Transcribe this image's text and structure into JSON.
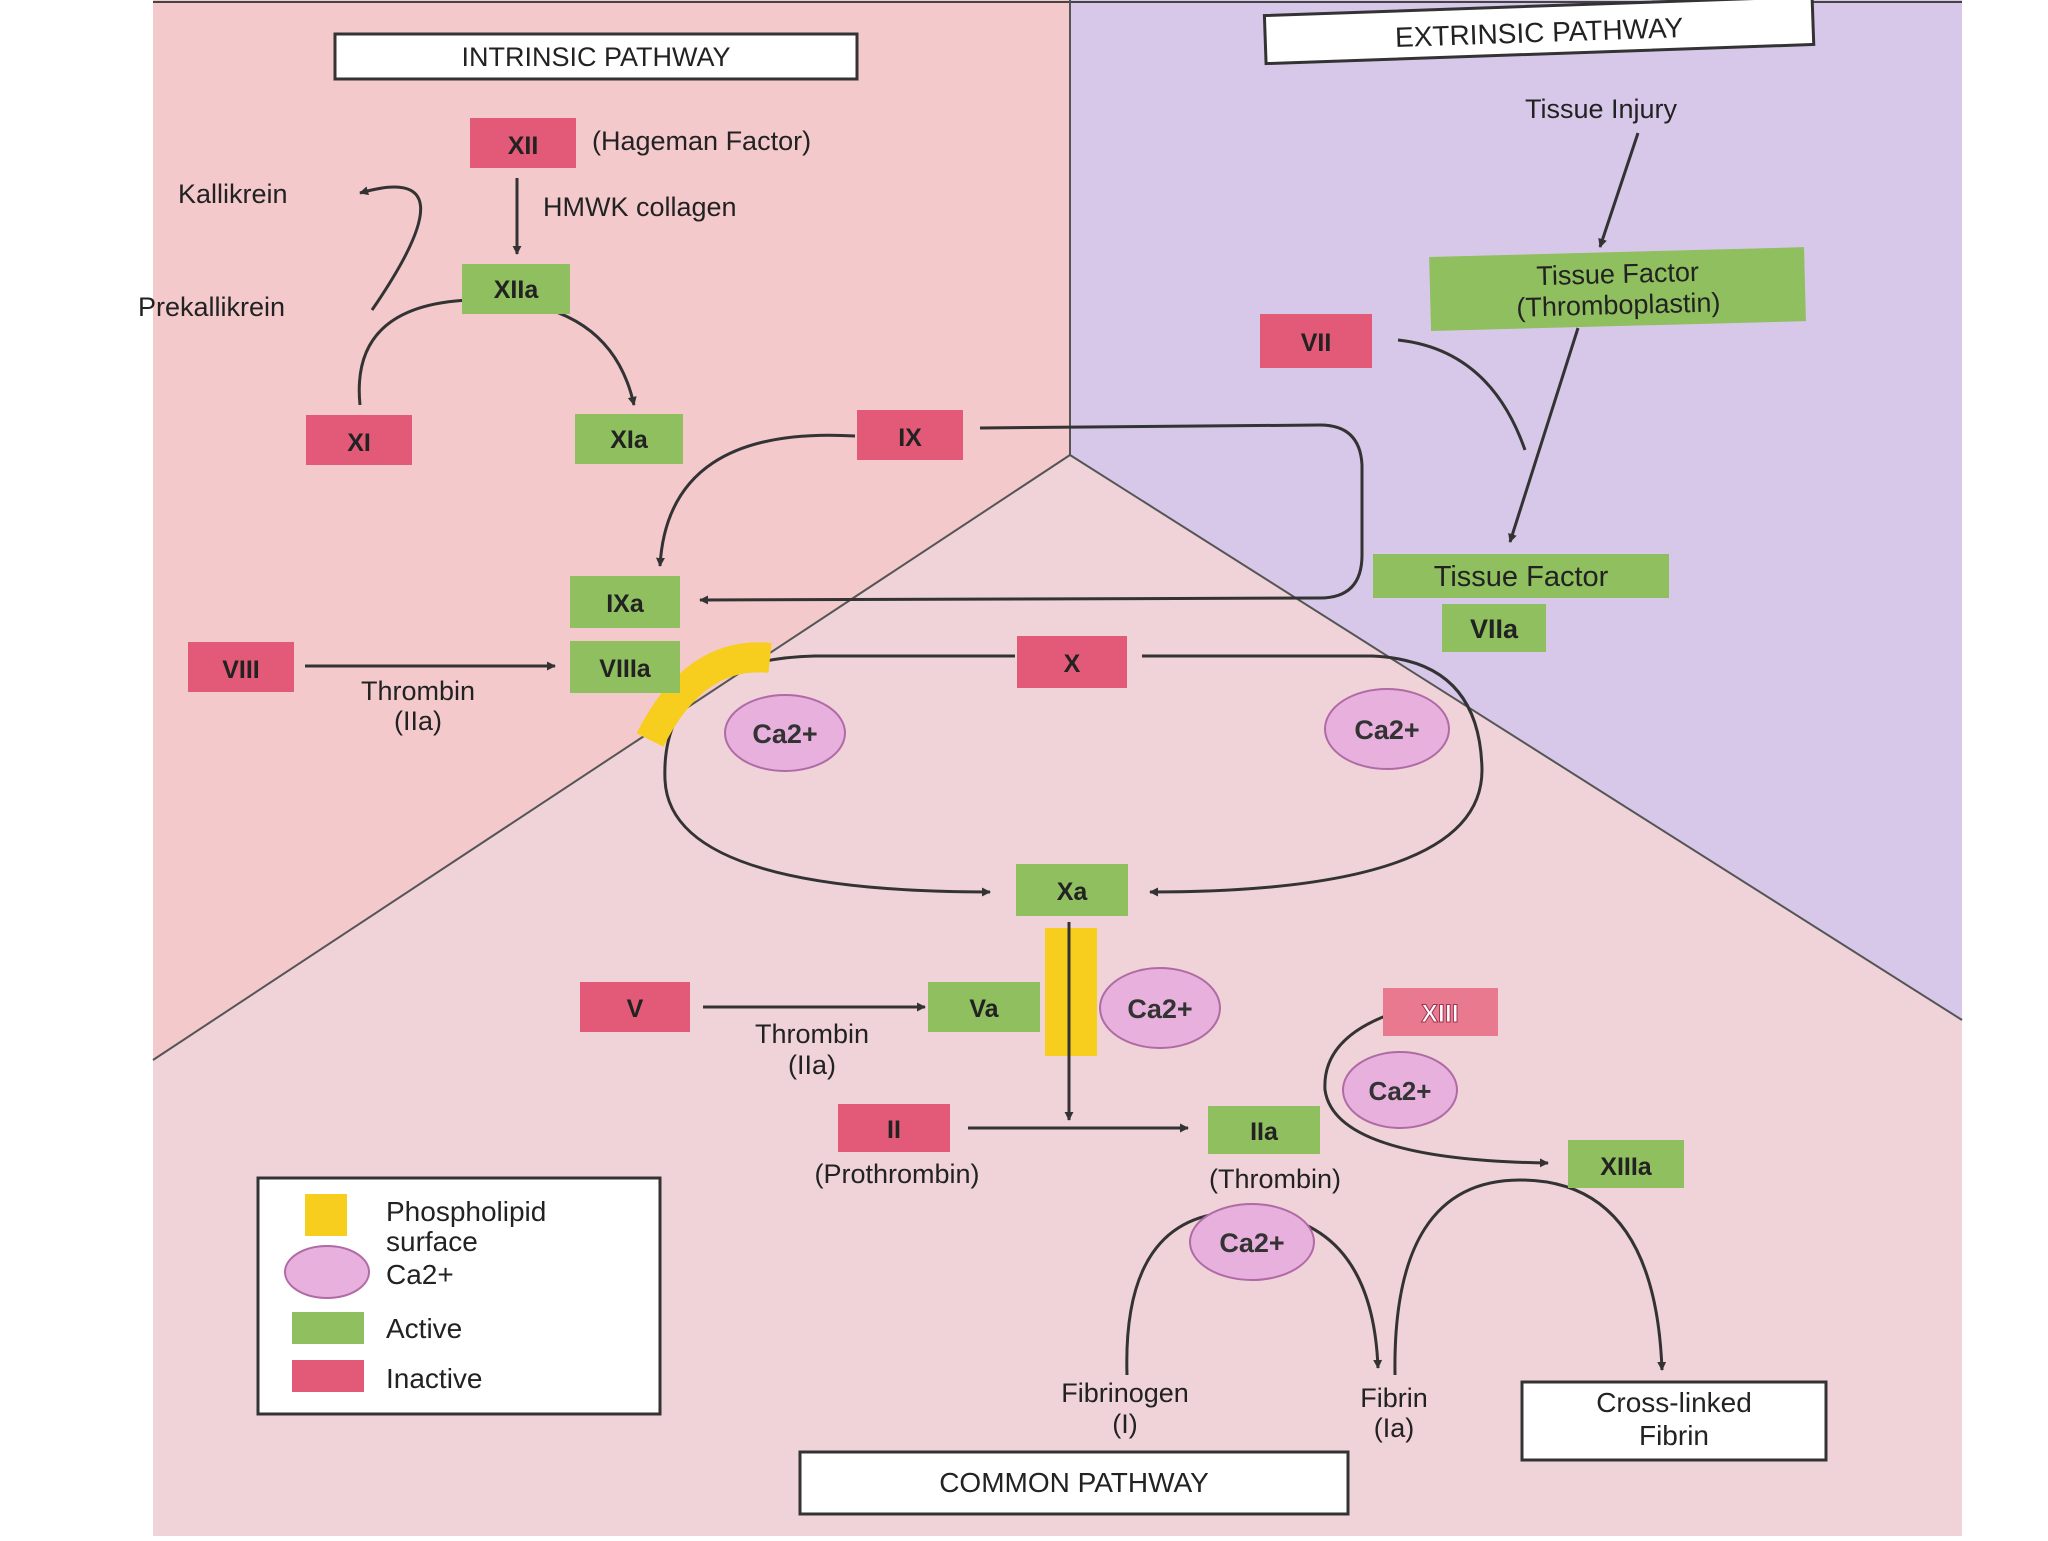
{
  "colors": {
    "active": "#8fbf5e",
    "inactive": "#e25a78",
    "ca_fill": "#e7b0dd",
    "ca_stroke": "#b06aa6",
    "phospholipid": "#f7cd1e",
    "intrinsic_bg": "#f3c9cc",
    "extrinsic_bg": "#d7c8ea",
    "common_bg": "#efd3d8"
  },
  "headings": {
    "intrinsic": "INTRINSIC PATHWAY",
    "extrinsic": "EXTRINSIC PATHWAY",
    "common": "COMMON PATHWAY"
  },
  "factors": {
    "xii": "XII",
    "xiia": "XIIa",
    "xi": "XI",
    "xia": "XIa",
    "ix": "IX",
    "ixa": "IXa",
    "viii": "VIII",
    "viiia": "VIIIa",
    "vii": "VII",
    "tissue_factor_1": "Tissue Factor",
    "tissue_factor_2": "(Thromboplastin)",
    "tf_viia_1": "Tissue Factor",
    "tf_viia_2": "VIIa",
    "x": "X",
    "xa": "Xa",
    "v": "V",
    "va": "Va",
    "ii": "II",
    "iia": "IIa",
    "xiii": "XIII",
    "xiiia": "XIIIa"
  },
  "labels": {
    "hageman": "(Hageman Factor)",
    "hmwk": "HMWK collagen",
    "kallikrein": "Kallikrein",
    "prekallikrein": "Prekallikrein",
    "tissue_injury": "Tissue Injury",
    "thrombin_1a": "Thrombin",
    "thrombin_1b": "(IIa)",
    "thrombin_2a": "Thrombin",
    "thrombin_2b": "(IIa)",
    "prothrombin": "(Prothrombin)",
    "thrombin_paren": "(Thrombin)",
    "fibrinogen_1": "Fibrinogen",
    "fibrinogen_2": "(I)",
    "fibrin_1": "Fibrin",
    "fibrin_2": "(Ia)",
    "crosslinked_1": "Cross-linked",
    "crosslinked_2": "Fibrin"
  },
  "ca_label": "Ca2+",
  "legend": {
    "phospholipid_1": "Phospholipid",
    "phospholipid_2": "surface",
    "ca": "Ca2+",
    "active": "Active",
    "inactive": "Inactive"
  }
}
